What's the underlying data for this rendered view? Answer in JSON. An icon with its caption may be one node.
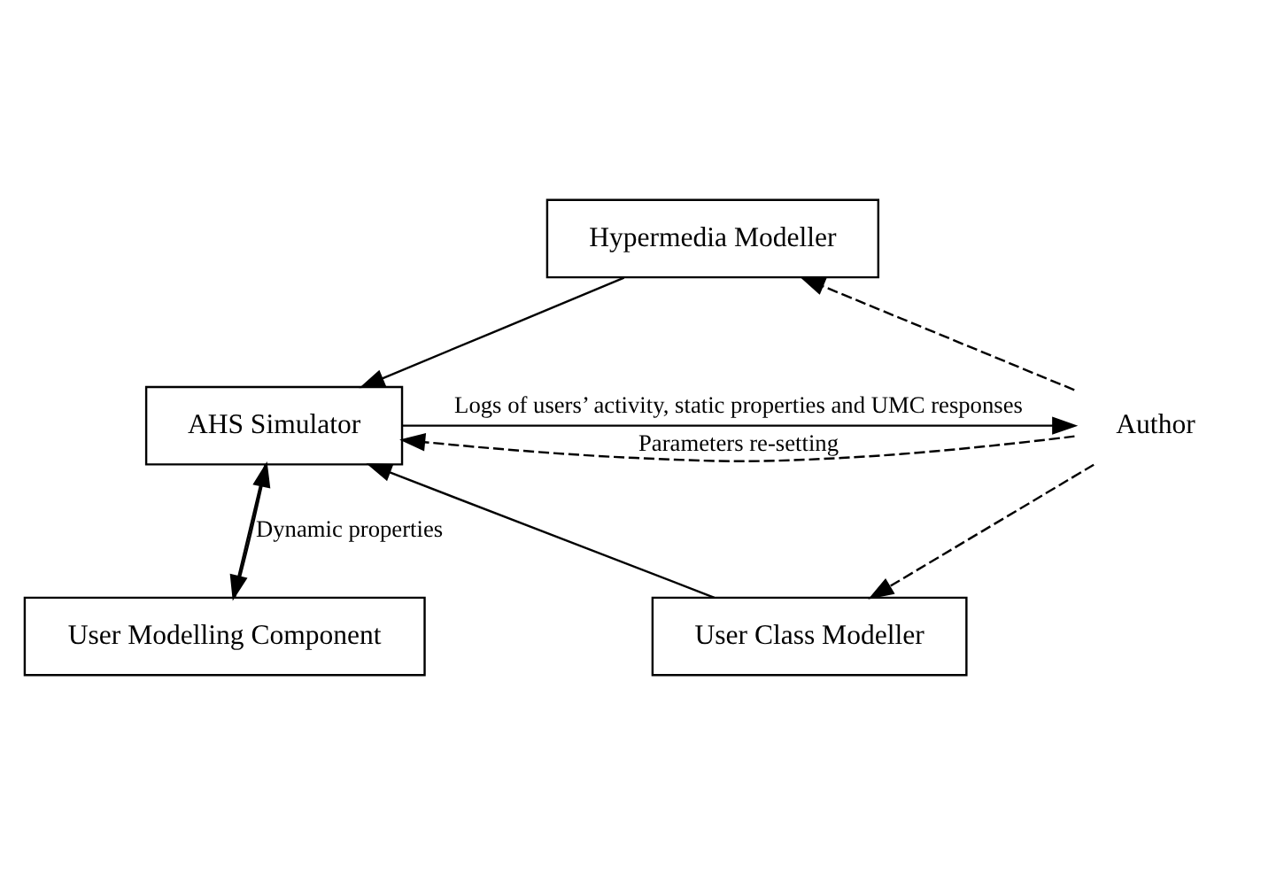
{
  "diagram": {
    "nodes": [
      {
        "text": [
          "Hypermedia Modeller"
        ]
      },
      {
        "text": [
          "User Class Modeller"
        ]
      },
      {
        "text": [
          "AHS Simulator"
        ]
      },
      {
        "text": [
          "Author"
        ]
      },
      {
        "text": [
          "User Modelling Component"
        ]
      }
    ],
    "edges": [
      {
        "from": 0,
        "to": 2,
        "arrow": "to"
      },
      {
        "from": 1,
        "to": 2,
        "arrow": "to"
      },
      {
        "from": 2,
        "to": 3,
        "arrow": "to",
        "label": "Logs of users’ activity, static properties and UMC responses"
      },
      {
        "from": 3,
        "to": 0,
        "arrow": "to",
        "style": "dashed"
      },
      {
        "from": 3,
        "to": 1,
        "arrow": "to",
        "style": "dashed"
      },
      {
        "from": 3,
        "to": 2,
        "arrow": "to",
        "style": "dashed",
        "label": "Parameters re-setting"
      },
      {
        "from": 4,
        "to": 2,
        "arrow": "to",
        "label": "Dynamic properties"
      },
      {
        "from": 2,
        "to": 4,
        "arrow": "to"
      }
    ]
  }
}
